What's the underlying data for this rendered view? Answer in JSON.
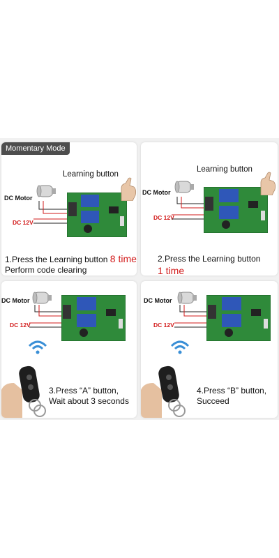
{
  "mode_badge": "Momentary Mode",
  "labels": {
    "learning_button": "Learning button",
    "dc_motor": "DC Motor",
    "dc_12v": "DC 12V"
  },
  "steps": [
    {
      "text": "1.Press the Learning button",
      "highlight": "8 time",
      "line2": "Perform code clearing"
    },
    {
      "text": "2.Press the Learning button",
      "highlight": "1 time"
    },
    {
      "text": "3.Press “A” button,",
      "line2": "Wait about 3 seconds"
    },
    {
      "text": "4.Press “B” button,",
      "line2": "Succeed"
    }
  ],
  "colors": {
    "accent_red": "#d21b1b",
    "board_green": "#2f8a3a",
    "relay_blue": "#2f57b8",
    "badge_bg": "#4d4d4d"
  },
  "icons": [
    "dc-motor-icon",
    "relay-board-icon",
    "hand-pointer-icon",
    "remote-control-icon",
    "wireless-signal-icon"
  ]
}
